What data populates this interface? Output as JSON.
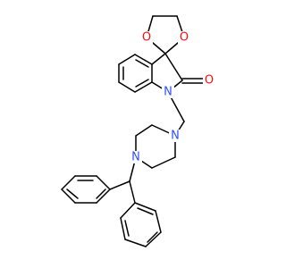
{
  "molecule": {
    "colors": {
      "bond": "#000000",
      "oxygen": "#ff0d0d",
      "nitrogen": "#3050f8",
      "background": "#ffffff"
    },
    "atom_labels": {
      "o_dioxolane_left": "O",
      "o_dioxolane_right": "O",
      "o_carbonyl": "O",
      "n_indole": "N",
      "n_piperazine_top": "N",
      "n_piperazine_bottom": "N"
    }
  }
}
